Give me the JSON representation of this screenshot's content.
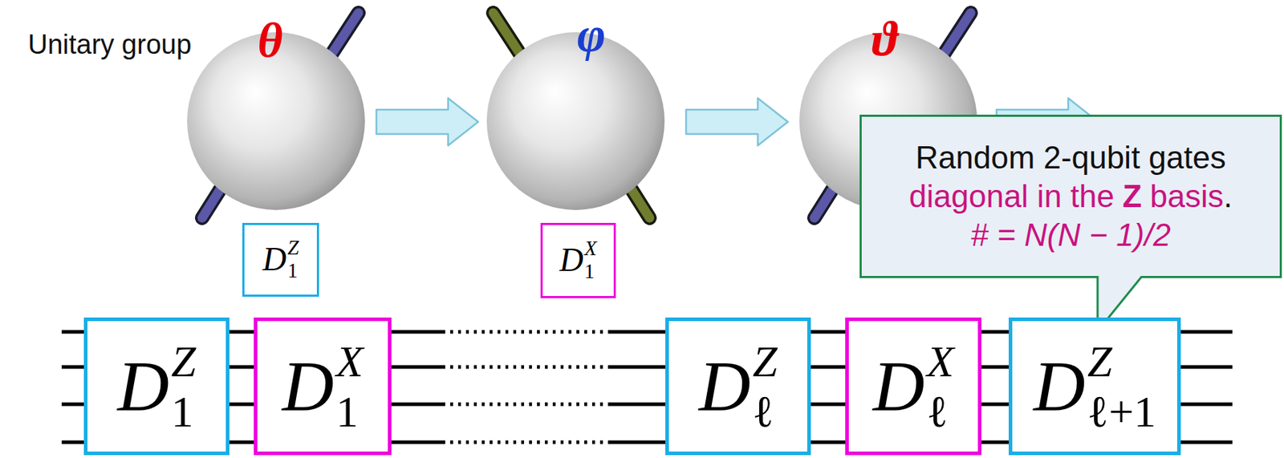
{
  "diagram": {
    "nodes": [
      {
        "text": [
          "D",
          "Z",
          "1"
        ]
      },
      {
        "text": [
          "D",
          "X",
          "1"
        ]
      },
      {
        "text": [
          "Random 2-qubit gates",
          "diagonal in the",
          "Z",
          "basis",
          ".",
          "# = N(N − 1)/2"
        ]
      },
      {
        "text": [
          "D",
          "Z",
          "1"
        ]
      },
      {
        "text": [
          "D",
          "X",
          "1"
        ]
      },
      {
        "text": [
          "D",
          "Z",
          "ℓ"
        ]
      },
      {
        "text": [
          "D",
          "X",
          "ℓ"
        ]
      },
      {
        "text": [
          "D",
          "Z",
          "ℓ+1"
        ]
      }
    ],
    "labels": [
      "Unitary group",
      "θ",
      "φ",
      "ϑ"
    ]
  }
}
